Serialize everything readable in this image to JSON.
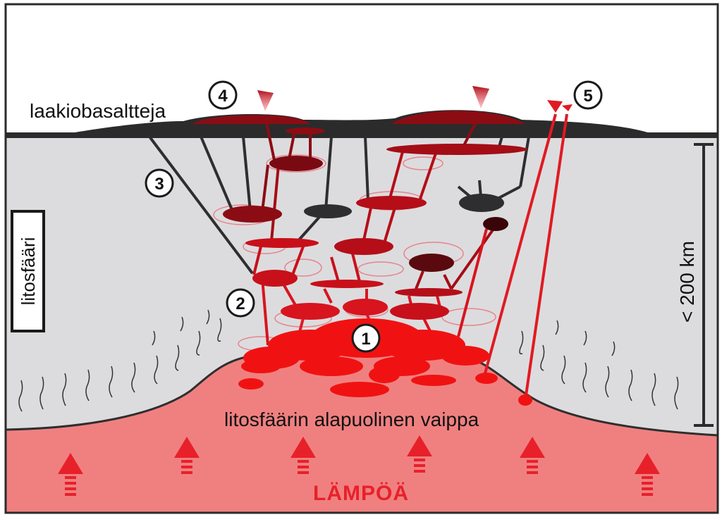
{
  "labels": {
    "plateau_basalts": "laakiobasaltteja",
    "lithosphere": "litosfääri",
    "sublithospheric_mantle": "litosfäärin alapuolinen vaippa",
    "heat": "LÄMPÖÄ",
    "depth_scale": "< 200 km"
  },
  "markers": [
    "1",
    "2",
    "3",
    "4",
    "5"
  ],
  "colors": {
    "mantle": "#f08080",
    "lithosphere": "#dcdcde",
    "sky": "#ffffff",
    "crust_surface": "#2b2b2b",
    "magma_bright": "#f01212",
    "magma_mid": "#c8101a",
    "magma_dark": "#6e0a10",
    "heat_text": "#e8202a"
  }
}
